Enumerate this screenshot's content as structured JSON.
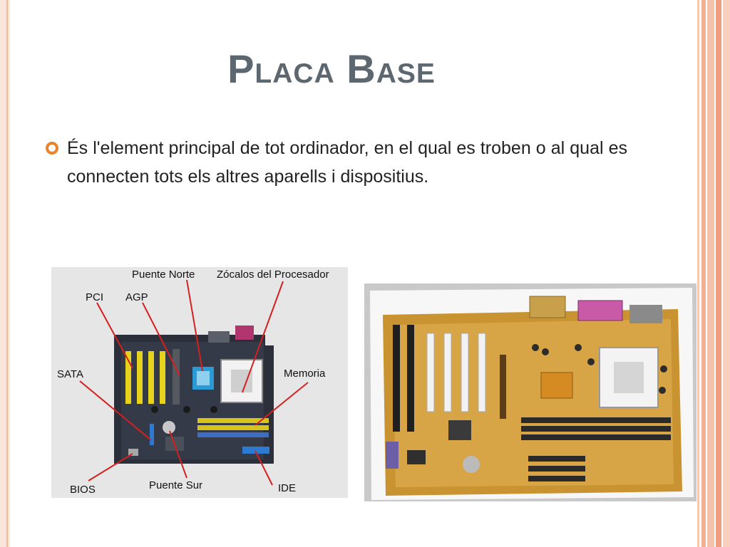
{
  "slide": {
    "title": "Placa Base",
    "bullet": "És l'element principal de tot ordinador, en el qual es troben o al qual es connecten tots els altres aparells i dispositius."
  },
  "diagram": {
    "labels": {
      "puente_norte": "Puente Norte",
      "zocalos": "Zócalos del Procesador",
      "pci": "PCI",
      "agp": "AGP",
      "sata": "SATA",
      "memoria": "Memoria",
      "bios": "BIOS",
      "puente_sur": "Puente  Sur",
      "ide": "IDE"
    }
  },
  "colors": {
    "title": "#5d6770",
    "accent": "#e8967a",
    "bullet": "#e8842c"
  }
}
